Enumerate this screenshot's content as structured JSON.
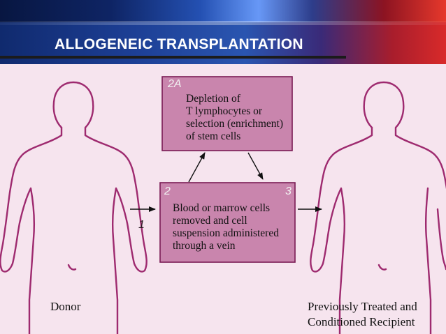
{
  "slide_title": "ALLOGENEIC TRANSPLANTATION",
  "colors": {
    "box_fill": "#c985ad",
    "box_border": "#7a1b54",
    "body_outline": "#9e2a6f",
    "background": "#f6e4ee"
  },
  "box_2a": {
    "step": "2A",
    "lines": [
      "Depletion of",
      "T lymphocytes or",
      "selection (enrichment)",
      "of stem cells"
    ]
  },
  "box_2": {
    "step_left": "2",
    "step_right": "3",
    "lines": [
      "Blood or marrow cells",
      "removed and cell",
      "suspension administered",
      "through a vein"
    ]
  },
  "step_1": "1",
  "donor_label": "Donor",
  "recipient_label_lines": [
    "Previously Treated and",
    "Conditioned Recipient"
  ]
}
